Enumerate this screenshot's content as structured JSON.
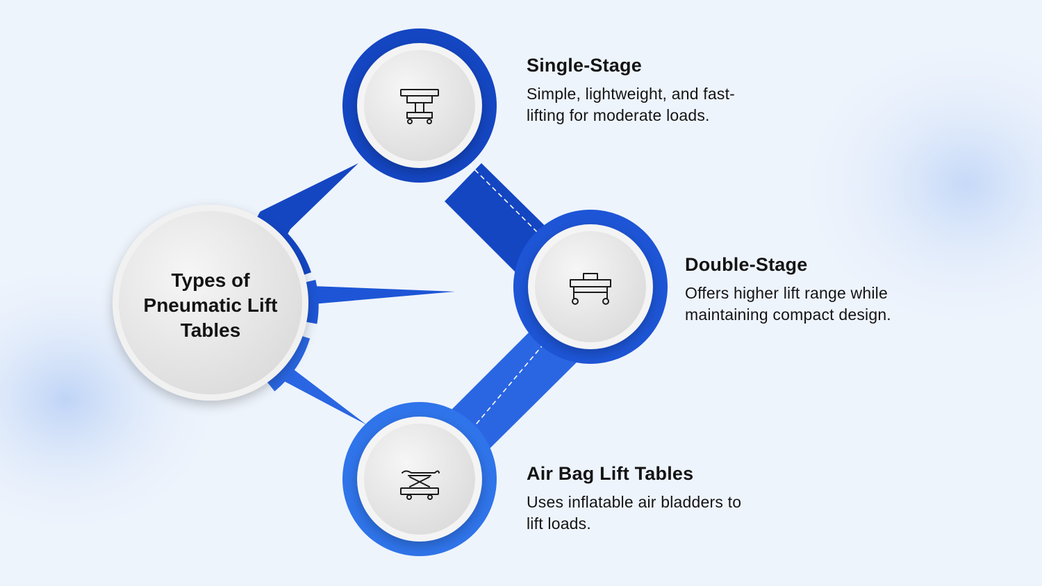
{
  "center": {
    "title_lines": [
      "Types of",
      "Pneumatic Lift",
      "Tables"
    ]
  },
  "items": [
    {
      "title": "Single-Stage",
      "desc_lines": [
        "Simple, lightweight, and fast-",
        "lifting for moderate loads."
      ],
      "icon": "lift-table-icon"
    },
    {
      "title": "Double-Stage",
      "desc_lines": [
        "Offers higher lift range while",
        "maintaining compact design."
      ],
      "icon": "cart-table-icon"
    },
    {
      "title": "Air Bag Lift Tables",
      "desc_lines": [
        "Uses inflatable air bladders to",
        "lift loads."
      ],
      "icon": "scissor-lift-icon"
    }
  ],
  "colors": {
    "background": "#eef4fc",
    "blue_dark": "#1446c2",
    "blue_mid": "#1e5ad8",
    "blue_light": "#2f74ea",
    "circle_fill": "#ededed",
    "text": "#141414"
  }
}
